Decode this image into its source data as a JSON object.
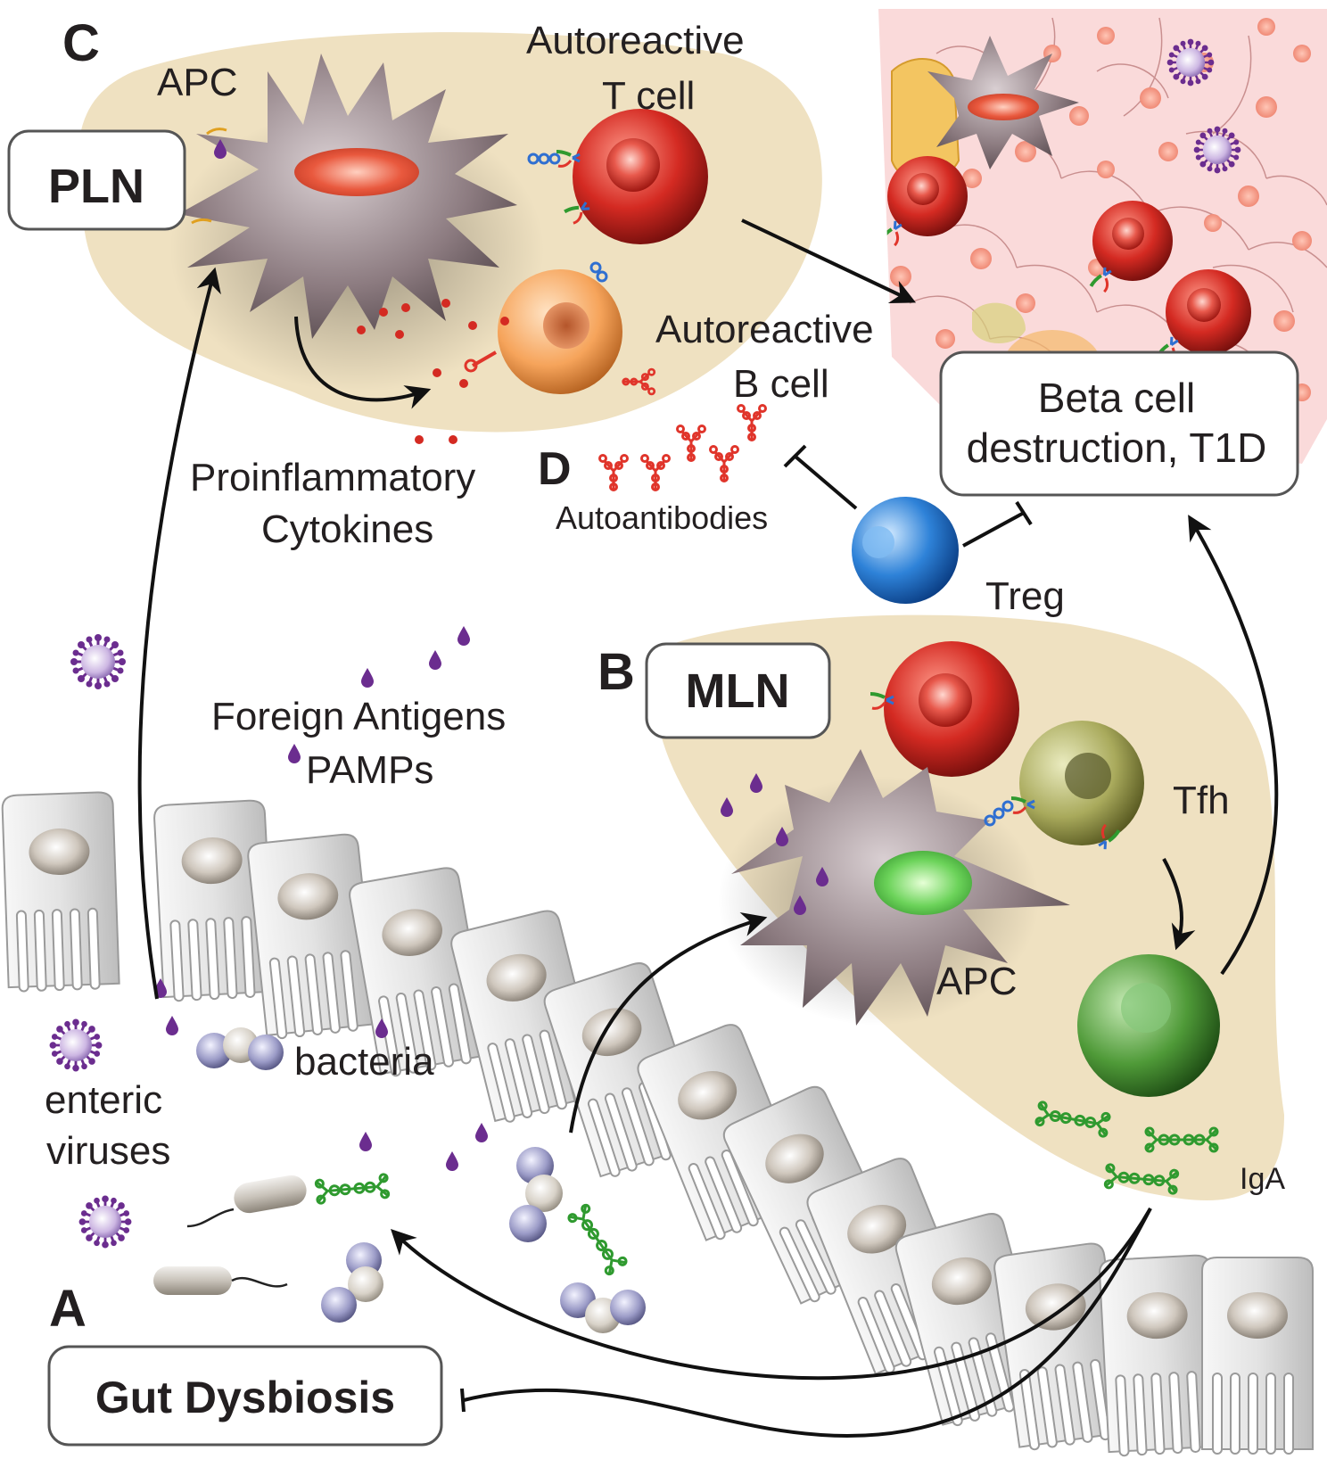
{
  "panels": {
    "a": "A",
    "b": "B",
    "c": "C",
    "d": "D"
  },
  "boxes": {
    "pln": "PLN",
    "mln": "MLN",
    "gut_dysbiosis": "Gut Dysbiosis",
    "beta_line1": "Beta cell",
    "beta_line2": "destruction, T1D"
  },
  "labels": {
    "apc_top": "APC",
    "auto_t_line1": "Autoreactive",
    "auto_t_line2": "T cell",
    "auto_b_line1": "Autoreactive",
    "auto_b_line2": "B cell",
    "cytokines_line1": "Proinflammatory",
    "cytokines_line2": "Cytokines",
    "autoantibodies": "Autoantibodies",
    "treg": "Treg",
    "foreign_line1": "Foreign Antigens",
    "foreign_line2": "PAMPs",
    "tfh": "Tfh",
    "apc_bottom": "APC",
    "bacteria": "bacteria",
    "enteric_line1": "enteric",
    "enteric_line2": "viruses",
    "iga": "IgA"
  },
  "colors": {
    "lymph_node": "#efe1c1",
    "islet": "#fadada",
    "t_cell": "#d0201d",
    "b_cell": "#f5a45e",
    "treg": "#2f7fd1",
    "tfh": "#a8a85a",
    "plasma_cell": "#4f9a3a",
    "apc": "#8f7f84",
    "antigen": "#6b2d8f",
    "autoantibody": "#e0352b",
    "iga": "#2f9a2f",
    "arrow": "#111111"
  }
}
